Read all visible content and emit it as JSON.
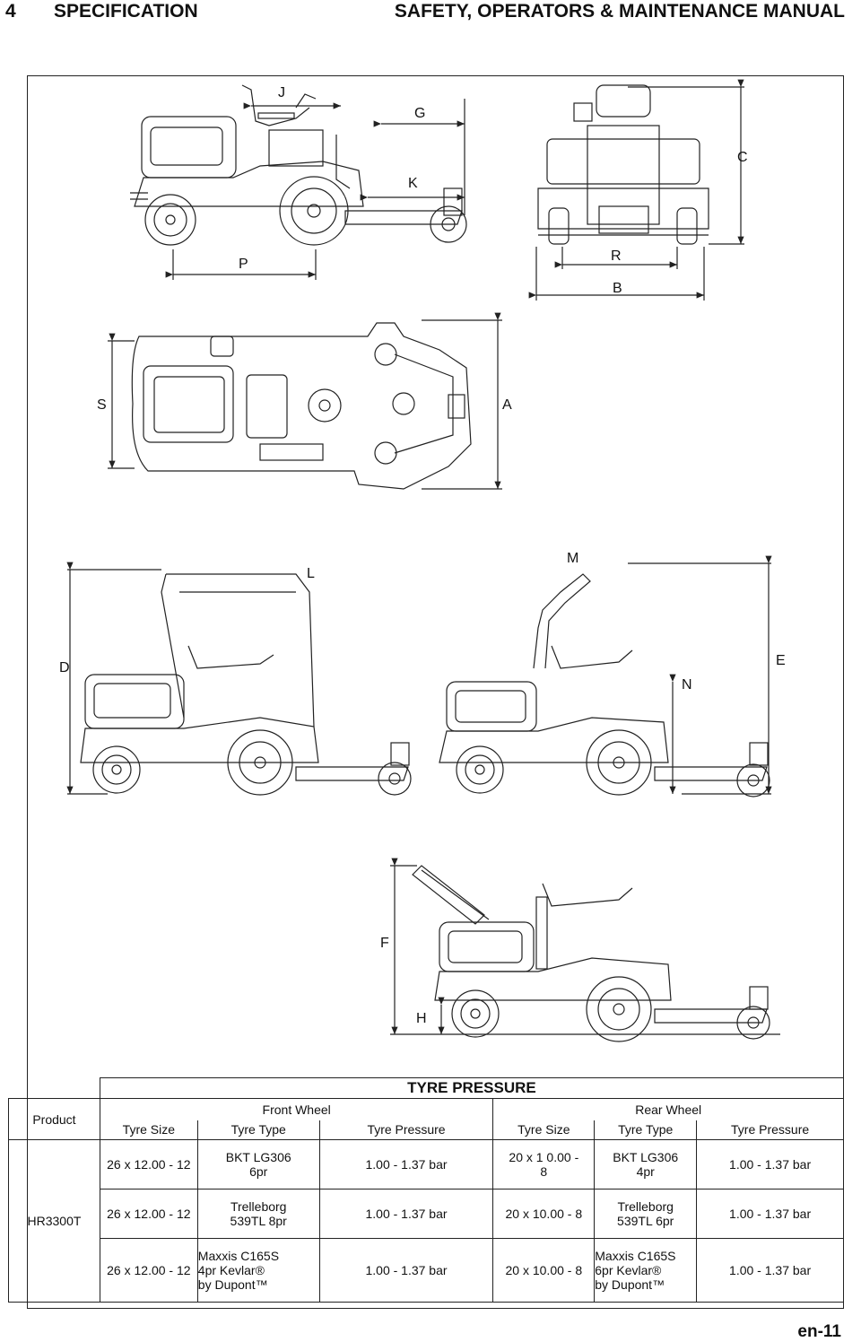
{
  "header": {
    "chapter_number": "4",
    "section_title": "SPECIFICATION",
    "manual_title": "SAFETY, OPERATORS & MAINTENANCE MANUAL"
  },
  "dimension_labels": {
    "J": "J",
    "G": "G",
    "C": "C",
    "K": "K",
    "P": "P",
    "R": "R",
    "B": "B",
    "S": "S",
    "A": "A",
    "L": "L",
    "M": "M",
    "D": "D",
    "E": "E",
    "N": "N",
    "F": "F",
    "H": "H"
  },
  "table": {
    "title": "TYRE PRESSURE",
    "product_header": "Product",
    "front_wheel": "Front Wheel",
    "rear_wheel": "Rear Wheel",
    "columns": [
      "Tyre Size",
      "Tyre Type",
      "Tyre Pressure",
      "Tyre Size",
      "Tyre Type",
      "Tyre Pressure"
    ],
    "product": "HR3300T",
    "rows": [
      {
        "front_size": "26 x 12.00 - 12",
        "front_type": [
          "BKT LG306",
          "6pr"
        ],
        "front_pressure": "1.00 - 1.37 bar",
        "rear_size": [
          "20 x 1  0.00 -",
          "8"
        ],
        "rear_type": [
          "BKT LG306",
          "4pr"
        ],
        "rear_pressure": "1.00 - 1.37 bar"
      },
      {
        "front_size": "26 x 12.00 - 12",
        "front_type": [
          "Trelleborg",
          "539TL 8pr"
        ],
        "front_pressure": "1.00 - 1.37 bar",
        "rear_size": [
          "20 x 10.00 - 8"
        ],
        "rear_type": [
          "Trelleborg",
          "539TL 6pr"
        ],
        "rear_pressure": "1.00 - 1.37 bar"
      },
      {
        "front_size": "26 x 12.00 - 12",
        "front_type": [
          "Maxxis C165S",
          "4pr Kevlar®",
          "by Dupont™"
        ],
        "front_pressure": "1.00 - 1.37 bar",
        "rear_size": [
          "20 x 10.00 - 8"
        ],
        "rear_type": [
          "Maxxis C165S",
          "6pr Kevlar®",
          "by Dupont™"
        ],
        "rear_pressure": "1.00 - 1.37 bar"
      }
    ]
  },
  "footer": {
    "page_number": "en-11"
  }
}
